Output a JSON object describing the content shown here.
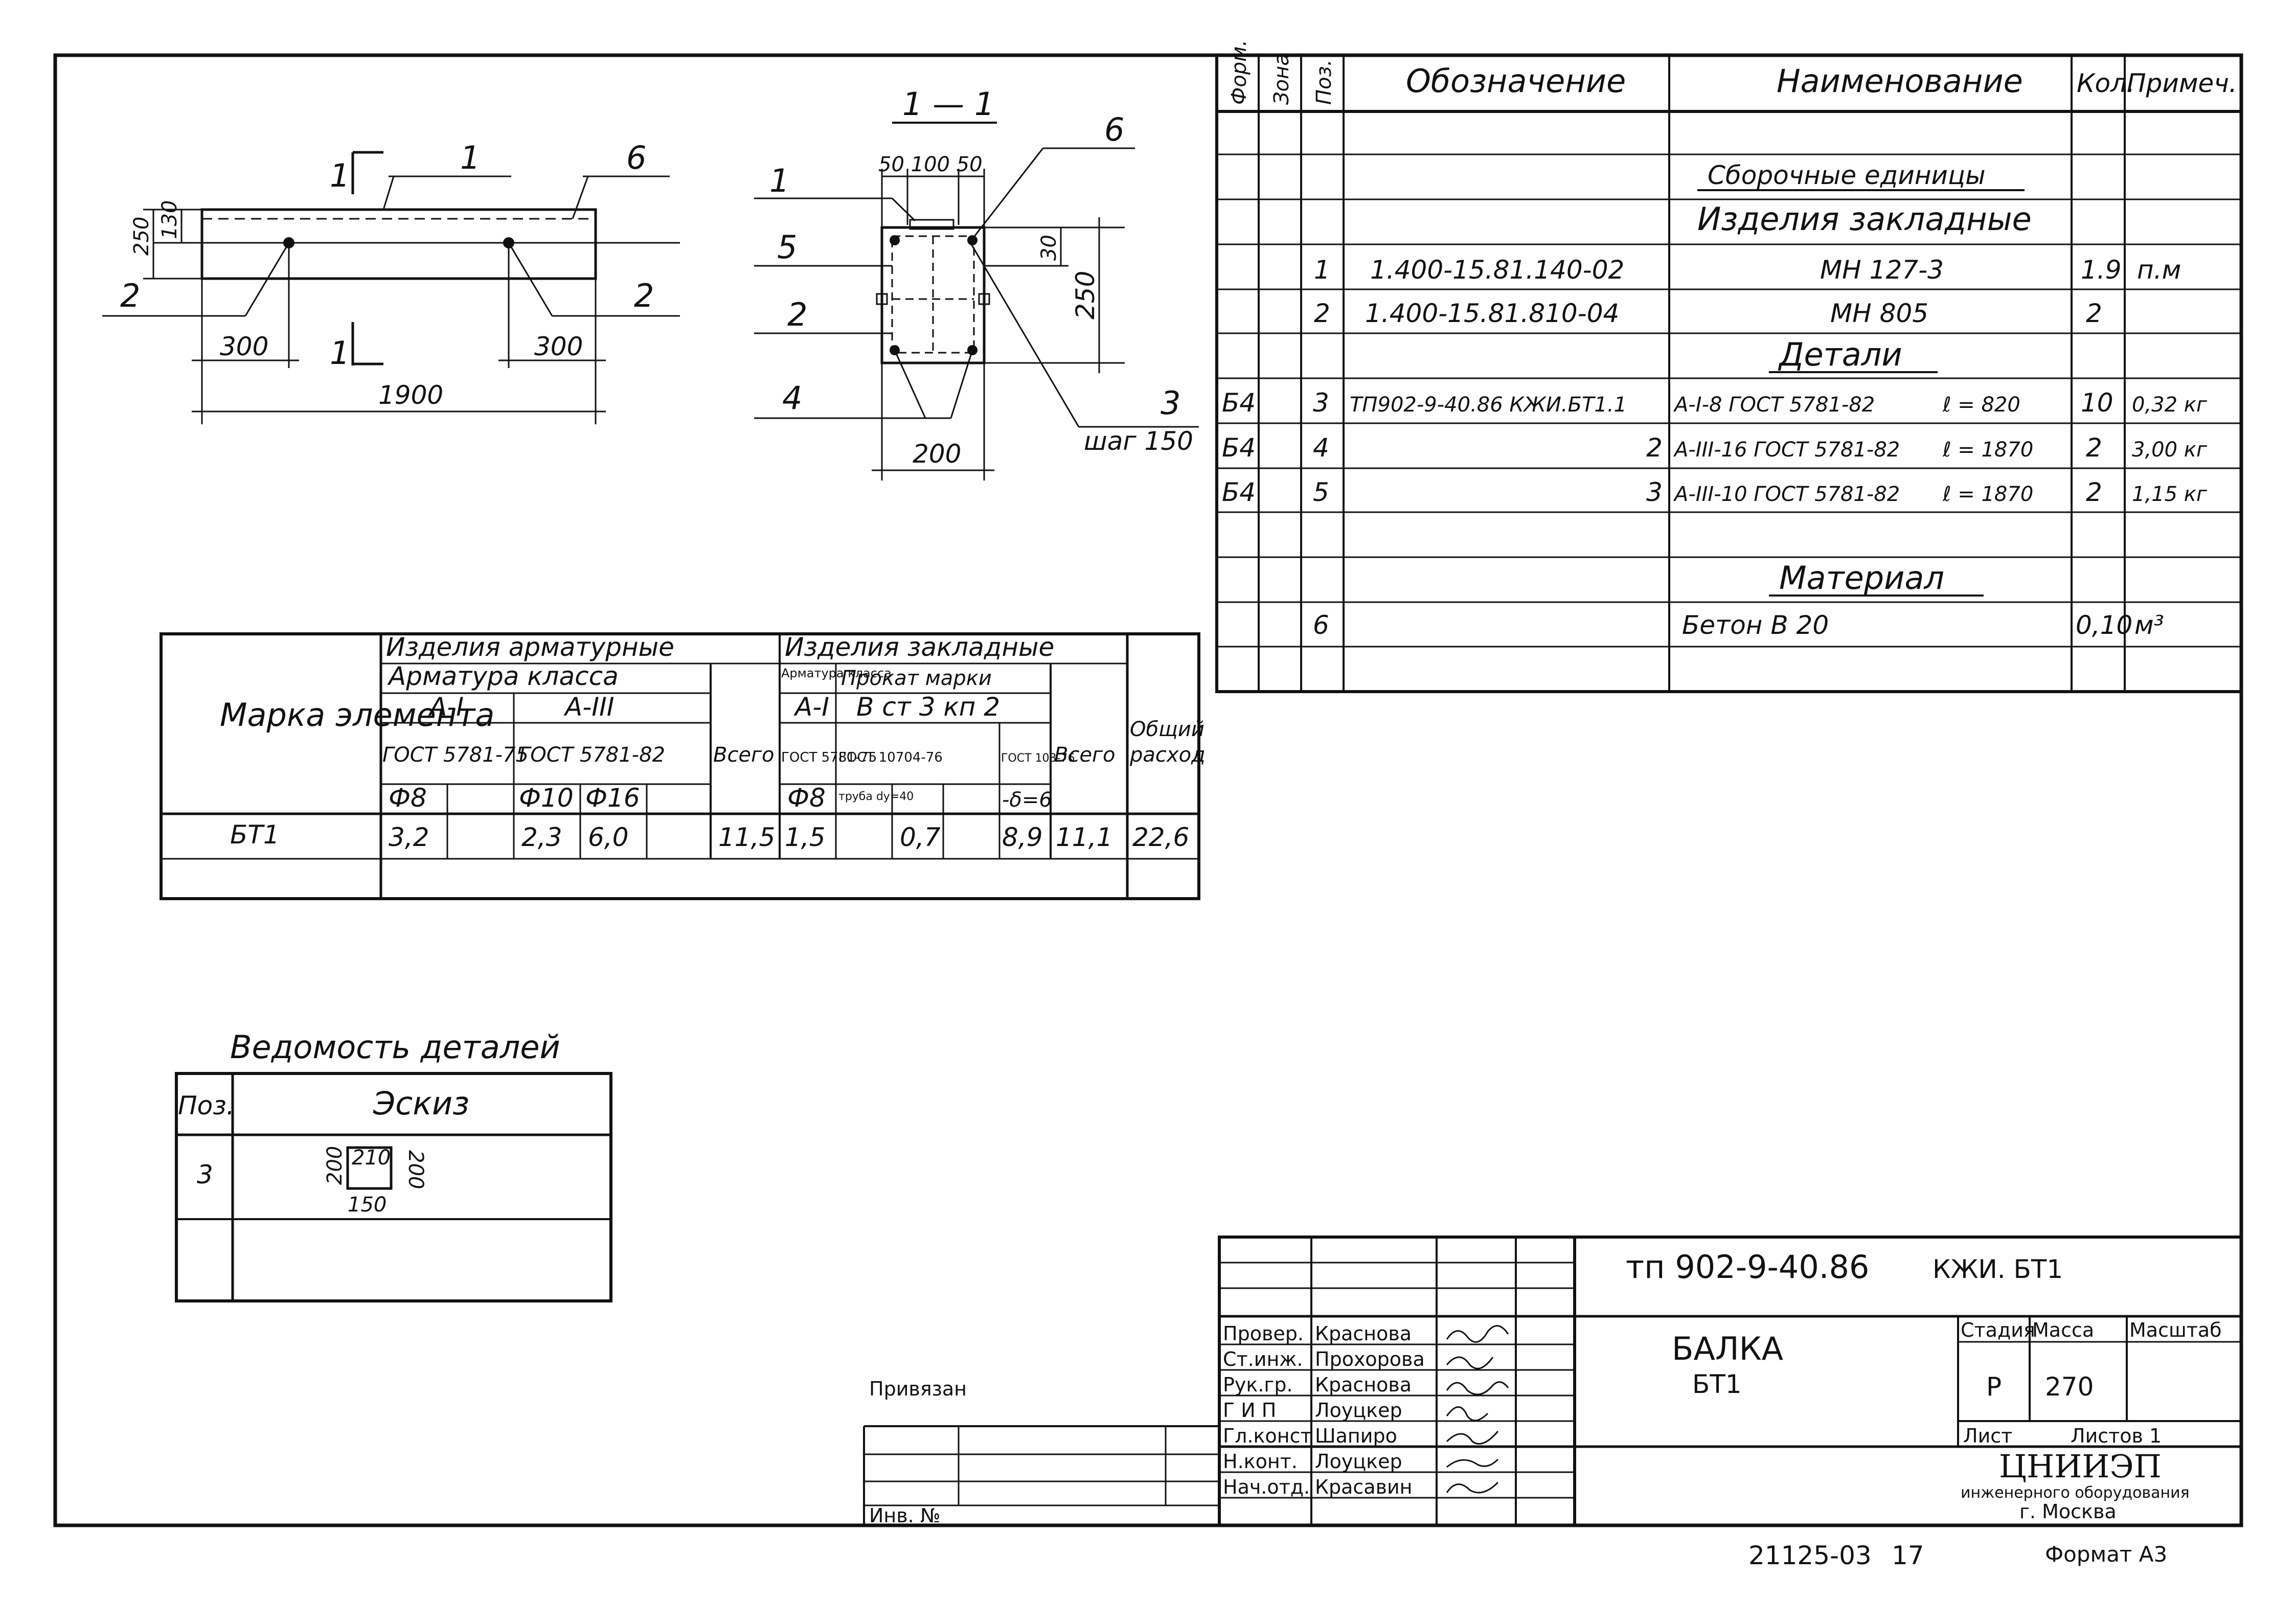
{
  "beam_elevation": {
    "section_mark": "1",
    "leader_1": "1",
    "leader_6": "6",
    "leader_2_left": "2",
    "leader_2_right": "2",
    "dim_height": "250",
    "dim_top": "130",
    "dim_end_left": "300",
    "dim_end_right": "300",
    "dim_length": "1900"
  },
  "section_view": {
    "title": "1 — 1",
    "dim_top": "50 100 50",
    "dim_30": "30",
    "dim_height": "250",
    "dim_width": "200",
    "leader_1": "1",
    "leader_5": "5",
    "leader_2": "2",
    "leader_4": "4",
    "leader_6": "6",
    "leader_3": "3",
    "step": "шаг 150"
  },
  "spec": {
    "headers": [
      "Форм.",
      "Зона",
      "Поз.",
      "Обозначение",
      "Наименование",
      "Кол.",
      "Примеч."
    ],
    "group_assembly": "Сборочные единицы",
    "group_embedded": "Изделия закладные",
    "rows_embedded": [
      {
        "pos": "1",
        "designation": "1.400-15.81.140-02",
        "name": "МН 127-3",
        "qty": "1.9",
        "note": "п.м"
      },
      {
        "pos": "2",
        "designation": "1.400-15.81.810-04",
        "name": "МН 805",
        "qty": "2",
        "note": ""
      }
    ],
    "group_details": "Детали",
    "rows_details": [
      {
        "format": "Б4",
        "pos": "3",
        "designation": "ТП902-9-40.86 КЖИ.БТ1.1",
        "name": "А-I-8 ГОСТ 5781-82",
        "length": "ℓ = 820",
        "qty": "10",
        "note": "0,32 кг"
      },
      {
        "format": "Б4",
        "pos": "4",
        "designation": "2",
        "name": "А-III-16 ГОСТ 5781-82",
        "length": "ℓ = 1870",
        "qty": "2",
        "note": "3,00 кг"
      },
      {
        "format": "Б4",
        "pos": "5",
        "designation": "3",
        "name": "А-III-10 ГОСТ 5781-82",
        "length": "ℓ = 1870",
        "qty": "2",
        "note": "1,15 кг"
      }
    ],
    "group_material": "Материал",
    "row_material": {
      "pos": "6",
      "name": "Бетон В 20",
      "qty": "0,10",
      "note": "м³"
    }
  },
  "steel_table": {
    "mark_header": "Марка элемента",
    "reinf_header": "Изделия арматурные",
    "reinf_class": "Арматура класса",
    "class_a1": "А-I",
    "class_a3": "А-III",
    "gost_a1": "ГОСТ 5781-75",
    "gost_a3": "ГОСТ 5781-82",
    "d8": "Ф8",
    "d10": "Ф10",
    "d16": "Ф16",
    "total": "Всего",
    "emb_header": "Изделия закладные",
    "emb_reinf_class": "Арматура класса",
    "emb_class_a1": "А-I",
    "emb_gost_a1": "ГОСТ 5781-75",
    "emb_d8": "Ф8",
    "prokat": "Прокат марки",
    "steel": "В ст 3 кп 2",
    "gost_pipe": "ГОСТ 10704-76",
    "gost_plate": "ГОСТ 103-76",
    "pipe": "труба dу=40",
    "plate": "-δ=6",
    "emb_total": "Всего",
    "overall_1": "Общий",
    "overall_2": "расход",
    "row": {
      "mark": "БТ1",
      "r_d8": "3,2",
      "r_d10": "2,3",
      "r_d16": "6,0",
      "r_total": "11,5",
      "e_d8": "1,5",
      "e_pipe": "0,7",
      "e_plate": "8,9",
      "e_total": "11,1",
      "overall": "22,6"
    }
  },
  "details_list": {
    "title": "Ведомость деталей",
    "pos_header": "Поз.",
    "sketch_header": "Эскиз",
    "row_pos": "3",
    "dim_left": "200",
    "dim_top": "210",
    "dim_right": "200",
    "dim_bottom": "150"
  },
  "title_block": {
    "privyazan": "Привязан",
    "inv_no": "Инв. №",
    "code": "тп 902-9-40.86",
    "sheet_code": "КЖИ. БТ1",
    "object_line1": "БАЛКА",
    "object_line2": "БТ1",
    "roles": [
      {
        "role": "Провер.",
        "name": "Краснова"
      },
      {
        "role": "Ст.инж.",
        "name": "Прохорова"
      },
      {
        "role": "Рук.гр.",
        "name": "Краснова"
      },
      {
        "role": "Г И П",
        "name": "Лоуцкер"
      },
      {
        "role": "Гл.конст",
        "name": "Шапиро"
      },
      {
        "role": "Н.конт.",
        "name": "Лоуцкер"
      },
      {
        "role": "Нач.отд.",
        "name": "Красавин"
      }
    ],
    "stage_header": "Стадия",
    "mass_header": "Масса",
    "scale_header": "Масштаб",
    "stage": "Р",
    "mass": "270",
    "sheet_label": "Лист",
    "sheets_label": "Листов 1",
    "org1": "ЦНИИЭП",
    "org2": "инженерного оборудования",
    "org3": "г. Москва",
    "bottom_code": "21125-03",
    "bottom_num": "17",
    "format": "Формат А3"
  }
}
